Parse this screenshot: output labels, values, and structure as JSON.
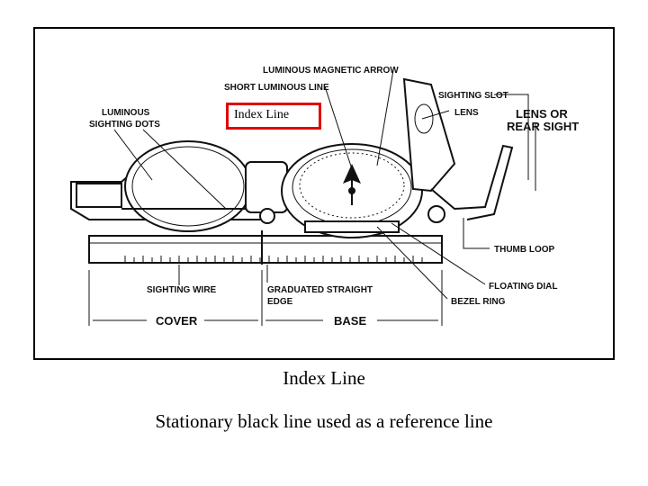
{
  "diagram": {
    "callout": "Index Line",
    "labels": {
      "luminous_magnetic_arrow": "LUMINOUS MAGNETIC ARROW",
      "short_luminous_line": "SHORT LUMINOUS LINE",
      "sighting_slot": "SIGHTING SLOT",
      "luminous_line1": "LUMINOUS",
      "luminous_line2": "SIGHTING DOTS",
      "lens": "LENS",
      "lens_or_rear_sight_1": "LENS OR",
      "lens_or_rear_sight_2": "REAR SIGHT",
      "thumb_loop": "THUMB LOOP",
      "floating_dial": "FLOATING DIAL",
      "sighting_wire": "SIGHTING WIRE",
      "graduated_1": "GRADUATED STRAIGHT",
      "graduated_2": "EDGE",
      "bezel_ring": "BEZEL RING",
      "cover": "COVER",
      "base": "BASE"
    }
  },
  "slide": {
    "title": "Index Line",
    "subtitle": "Stationary black line used as a reference line"
  }
}
